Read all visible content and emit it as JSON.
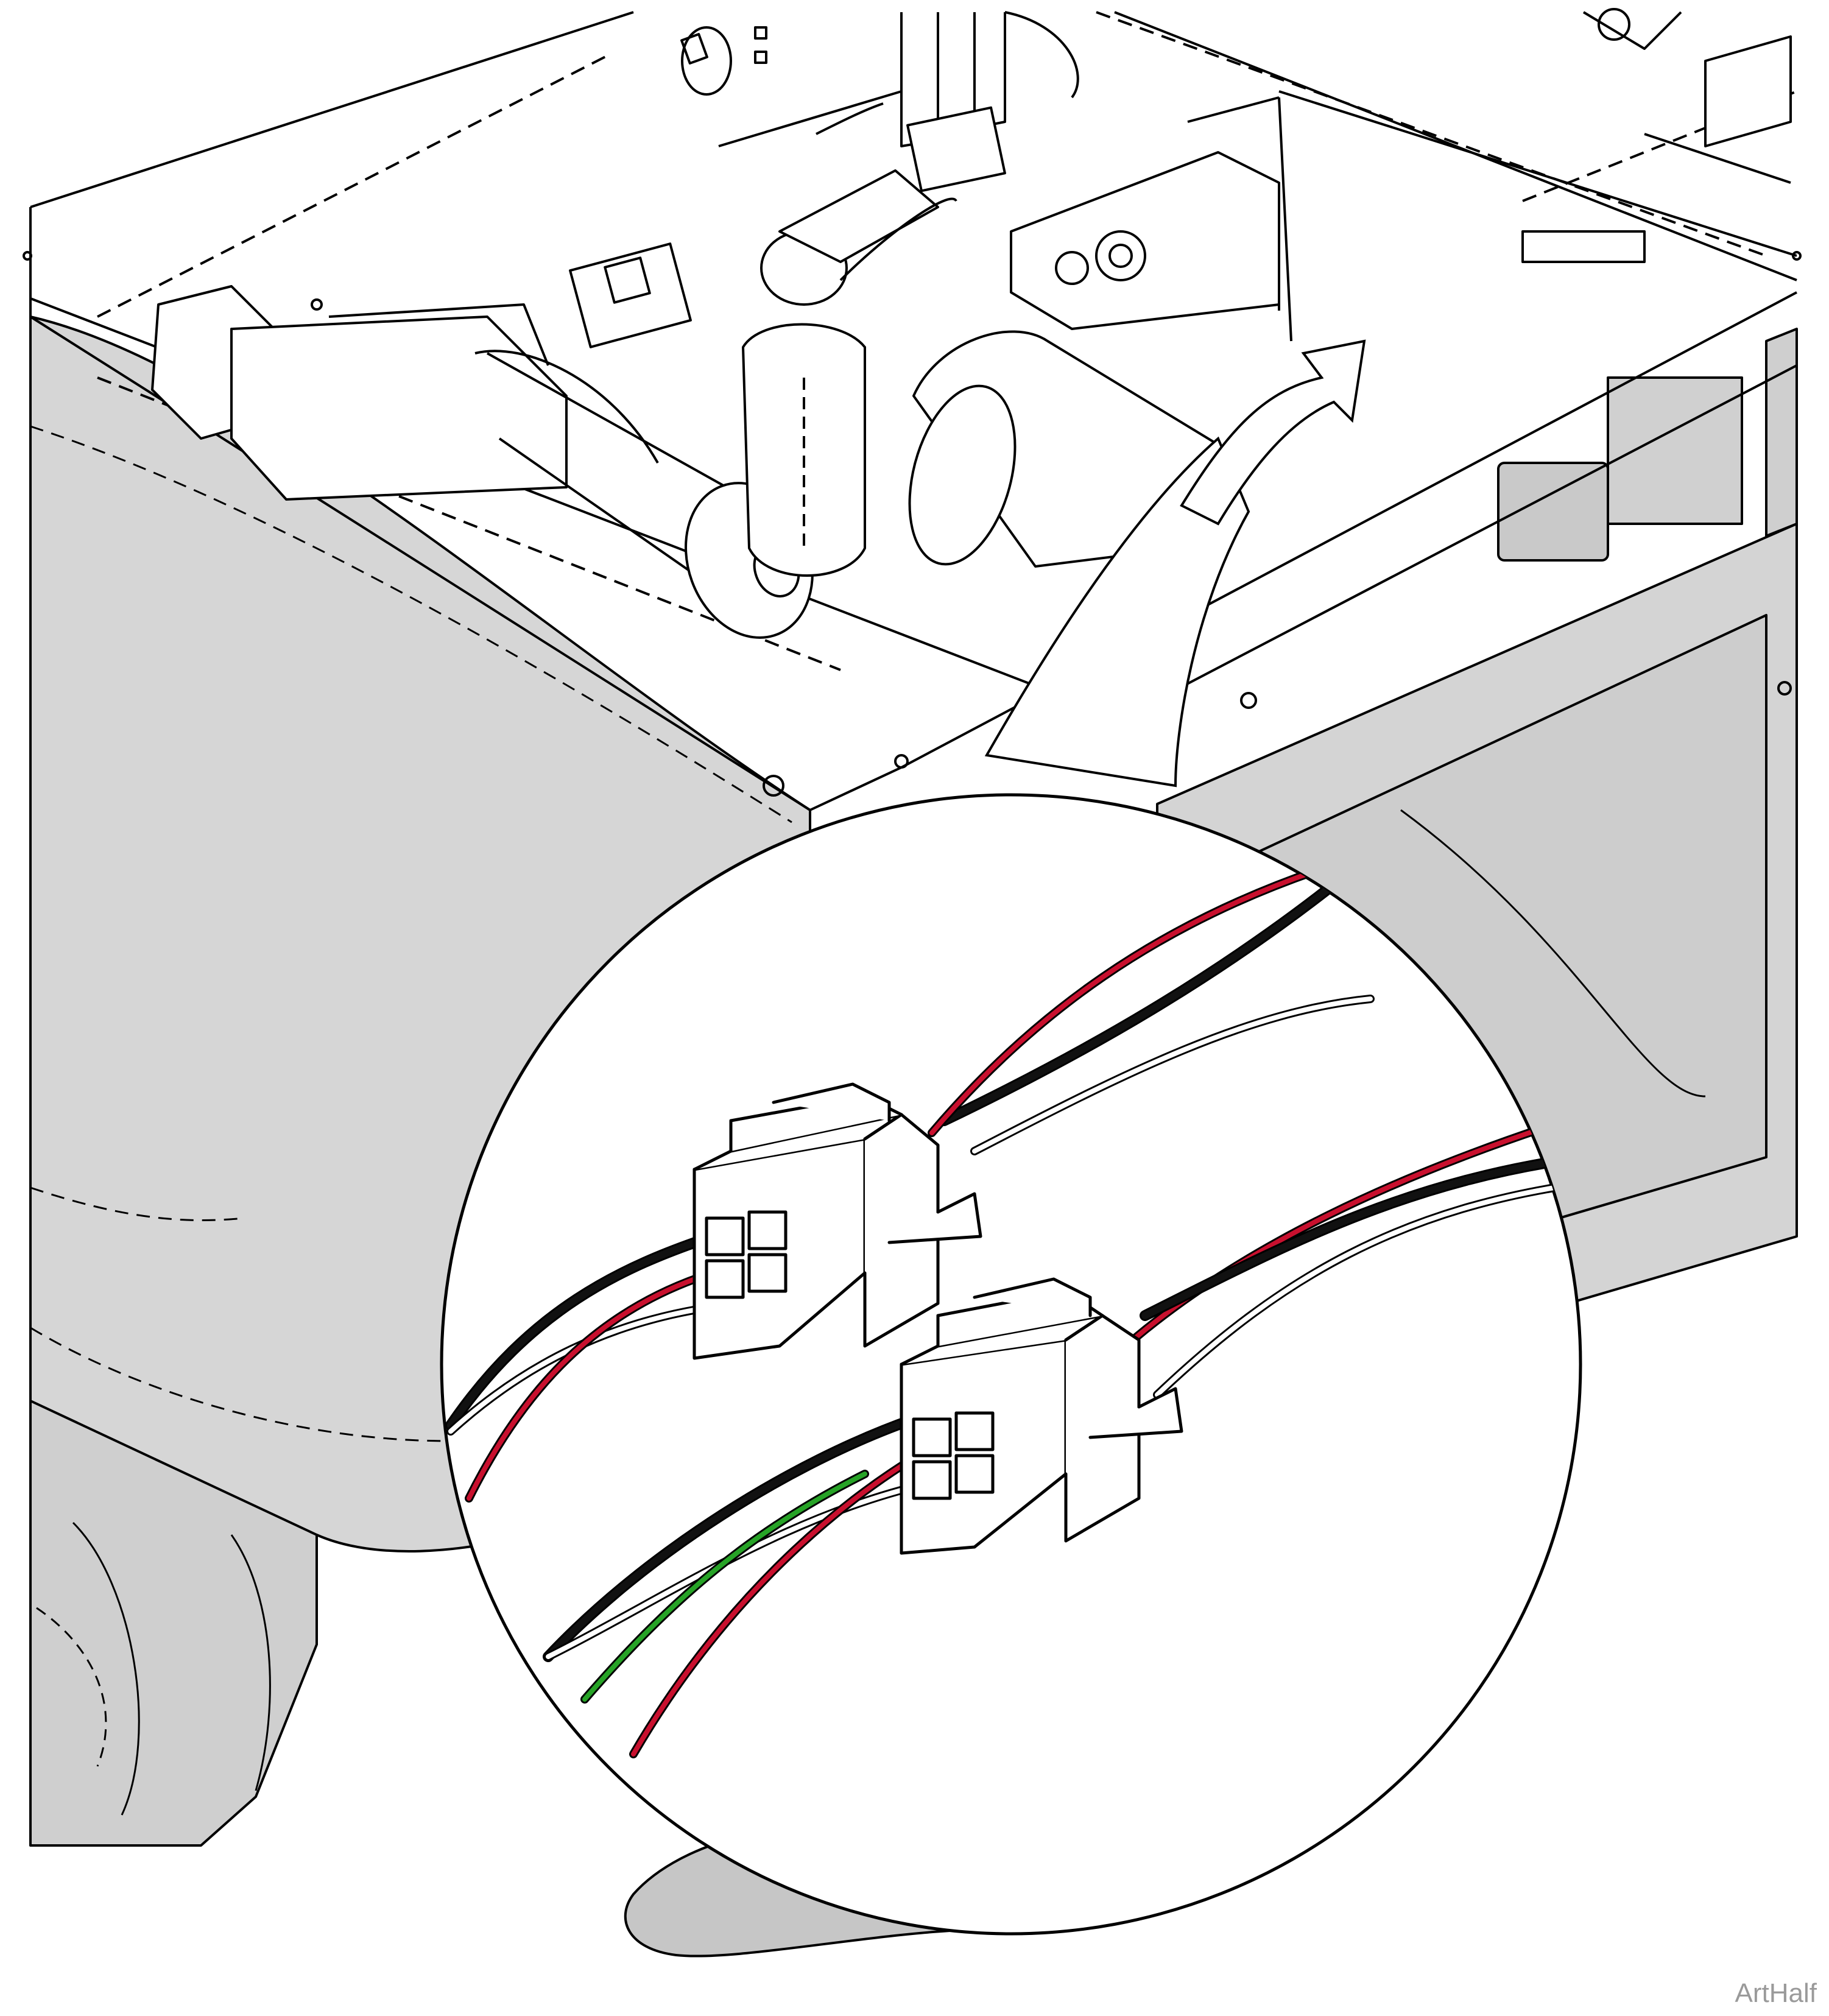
{
  "caption": "ArtHalf",
  "colors": {
    "line": "#000000",
    "shade": "#d9d9d9",
    "shade_dark": "#c8c8c8",
    "wire_red": "#c8102e",
    "wire_black": "#111111",
    "wire_white": "#ffffff",
    "wire_green": "#27a327",
    "callout_pointer": "#c6c6c6"
  },
  "wires": {
    "upper_connector": [
      "black",
      "red",
      "white"
    ],
    "lower_connector": [
      "black",
      "red",
      "white",
      "green"
    ]
  }
}
